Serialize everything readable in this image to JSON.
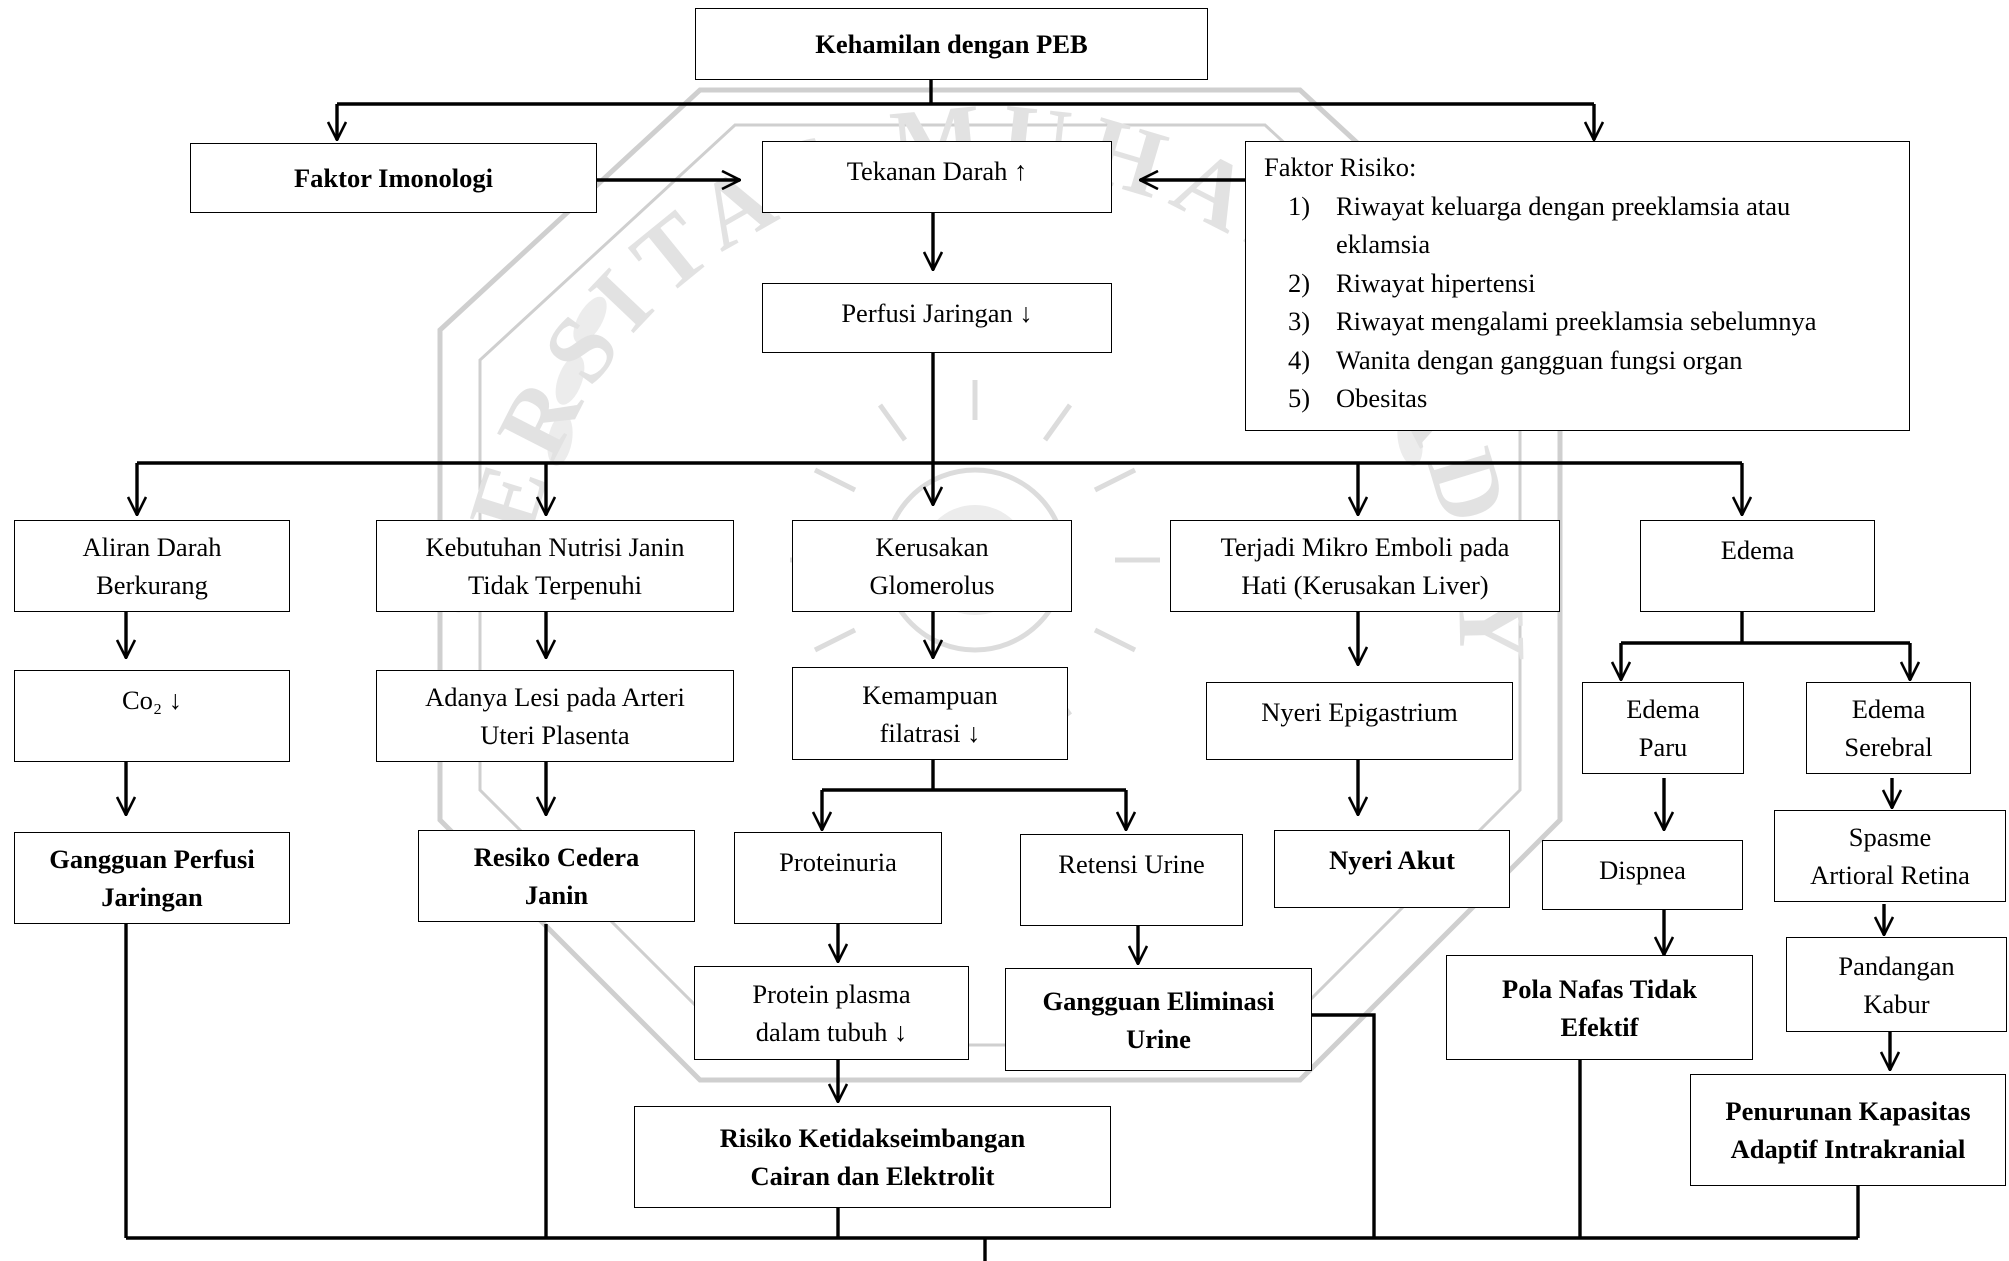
{
  "watermark": {
    "arc_text": "UNIVERSITAS MUHAMMADIYAH",
    "colors": {
      "lines": "#cfcfcf",
      "fill": "#e9e9e9"
    }
  },
  "colors": {
    "lines": "#000000",
    "box_border": "#000000",
    "background": "#ffffff"
  },
  "nodes": {
    "root": [
      "Kehamilan dengan PEB"
    ],
    "faktor_imunologi": [
      "Faktor Imonologi"
    ],
    "tekanan_darah": [
      "Tekanan Darah ↑"
    ],
    "perfusi_jaringan": [
      "Perfusi Jaringan ↓"
    ],
    "aliran_darah": [
      "Aliran Darah",
      "Berkurang"
    ],
    "co2": [
      "Co₂ ↓"
    ],
    "gangguan_perfusi": [
      "Gangguan Perfusi",
      "Jaringan"
    ],
    "kebutuhan_nutrisi": [
      "Kebutuhan Nutrisi Janin",
      "Tidak Terpenuhi"
    ],
    "lesi_arteri": [
      "Adanya Lesi pada Arteri",
      "Uteri Plasenta"
    ],
    "resiko_cedera": [
      "Resiko Cedera",
      "Janin"
    ],
    "kerusakan_glomerolus": [
      "Kerusakan",
      "Glomerolus"
    ],
    "kemampuan_filtrasi": [
      "Kemampuan",
      "filatrasi ↓"
    ],
    "proteinuria": [
      "Proteinuria"
    ],
    "retensi_urine": [
      "Retensi Urine"
    ],
    "protein_plasma": [
      "Protein plasma",
      "dalam tubuh ↓"
    ],
    "gangguan_eliminasi": [
      "Gangguan Eliminasi",
      "Urine"
    ],
    "risiko_cairan": [
      "Risiko Ketidakseimbangan",
      "Cairan dan Elektrolit"
    ],
    "mikro_emboli": [
      "Terjadi Mikro Emboli pada",
      "Hati (Kerusakan Liver)"
    ],
    "nyeri_epigastrium": [
      "Nyeri Epigastrium"
    ],
    "nyeri_akut": [
      "Nyeri Akut"
    ],
    "edema": [
      "Edema"
    ],
    "edema_paru": [
      "Edema",
      "Paru"
    ],
    "dispnea": [
      "Dispnea"
    ],
    "pola_nafas": [
      "Pola Nafas Tidak",
      "Efektif"
    ],
    "edema_serebral": [
      "Edema",
      "Serebral"
    ],
    "spasme": [
      "Spasme",
      "Artioral Retina"
    ],
    "pandangan_kabur": [
      "Pandangan",
      "Kabur"
    ],
    "penurunan_kapasitas": [
      "Penurunan Kapasitas",
      "Adaptif Intrakranial"
    ]
  },
  "risk_factors": {
    "title": "Faktor Risiko:",
    "items": [
      {
        "num": "1)",
        "lines": [
          "Riwayat keluarga dengan preeklamsia atau",
          "eklamsia"
        ]
      },
      {
        "num": "2)",
        "lines": [
          "Riwayat hipertensi"
        ]
      },
      {
        "num": "3)",
        "lines": [
          "Riwayat mengalami preeklamsia sebelumnya"
        ]
      },
      {
        "num": "4)",
        "lines": [
          "Wanita dengan gangguan fungsi organ"
        ]
      },
      {
        "num": "5)",
        "lines": [
          "Obesitas"
        ]
      }
    ]
  }
}
